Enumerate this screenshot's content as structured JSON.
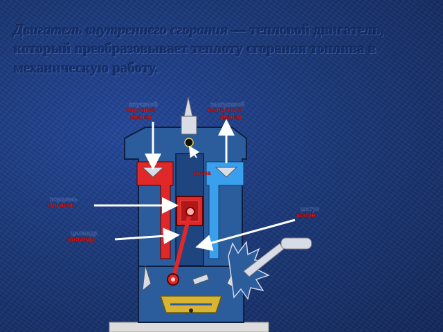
{
  "slide": {
    "term": "Двигатель внутреннего сгорания",
    "definition": " — тепловой двигатель, который преобразовывает теплоту сгорания топлива в механическую работу."
  },
  "diagram": {
    "labels": {
      "intake_valve_line1": "впускной",
      "intake_valve_line2": "клапан",
      "exhaust_valve_line1": "выпускной",
      "exhaust_valve_line2": "клапан",
      "spark_plug": "свеча",
      "piston": "поршень",
      "connecting_rod": "шатун",
      "cylinder": "цилиндр"
    },
    "colors": {
      "engine_body": "#2b5c9c",
      "body_outline": "#0d1e40",
      "intake": "#e02828",
      "exhaust": "#3aa0ee",
      "arrow": "#ffffff",
      "oil_pan": "#d8b432",
      "base_plate": "#dcdcdc"
    }
  }
}
